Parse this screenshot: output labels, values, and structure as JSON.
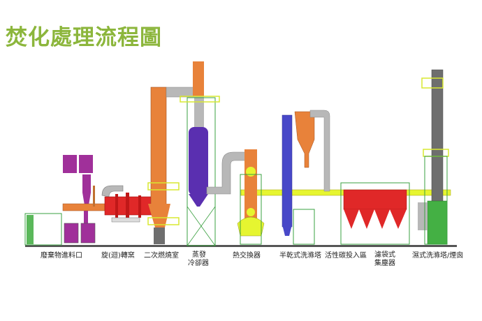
{
  "title": "焚化處理流程圖",
  "colors": {
    "title": "#8cb63c",
    "orange": "#e8823a",
    "purple": "#a0309a",
    "red": "#e02828",
    "violet": "#5a2fb0",
    "blue": "#4848c8",
    "gray": "#b8b8b8",
    "darkgray": "#6e6e6e",
    "green": "#44b044",
    "yellow": "#e6f530",
    "scaffold": "#3aa040"
  },
  "labels": [
    {
      "id": "feed",
      "text": "廢棄物進料口"
    },
    {
      "id": "kiln",
      "text": "旋(迴)轉窯"
    },
    {
      "id": "secondary",
      "text": "二次燃燒室"
    },
    {
      "id": "evap1",
      "text": "蒸發"
    },
    {
      "id": "evap2",
      "text": "冷卻器"
    },
    {
      "id": "heatex",
      "text": "熱交換器"
    },
    {
      "id": "semidry",
      "text": "半乾式洗滌塔"
    },
    {
      "id": "carbon",
      "text": "活性碳投入區"
    },
    {
      "id": "bag1",
      "text": "濾袋式"
    },
    {
      "id": "bag2",
      "text": "集塵器"
    },
    {
      "id": "wet",
      "text": "濕式洗滌塔/煙囪"
    }
  ]
}
